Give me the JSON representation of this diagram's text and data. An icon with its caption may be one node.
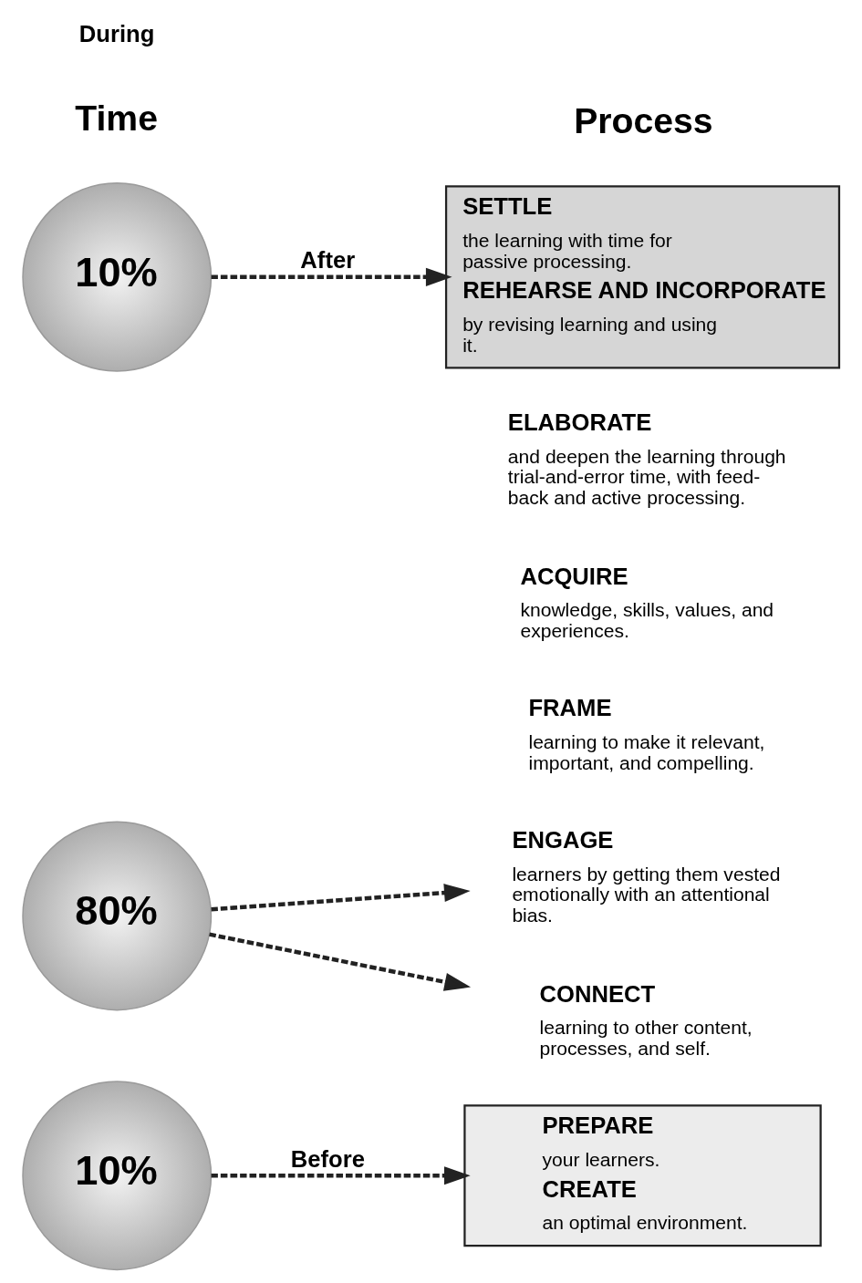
{
  "diagram": {
    "nodes": [
      {
        "text": [
          "10%"
        ]
      },
      {
        "text": [
          "PREPARE",
          "your learners.",
          "CREATE",
          "an optimal environment."
        ]
      },
      {
        "text": [
          "80%"
        ]
      },
      {
        "text": [
          "ENGAGE",
          "learners by getting them vested emotionally with an attentional bias."
        ]
      },
      {
        "text": [
          "FRAME",
          "learning to make it relevant, important, and compelling."
        ]
      },
      {
        "text": [
          "ACQUIRE",
          "knowledge, skills, values, and experiences."
        ]
      },
      {
        "text": [
          "ELABORATE",
          "and deepen the learning through trial-and-error time, with feed-back and active processing."
        ]
      },
      {
        "text": [
          "CONNECT",
          "learning to other content, processes, and self."
        ]
      },
      {
        "text": [
          "10%"
        ]
      },
      {
        "text": [
          "SETTLE",
          "the learning with time for passive processing.",
          "REHEARSE AND INCORPORATE",
          "by revising learning and using it."
        ]
      }
    ],
    "edges": [
      {
        "from": 0,
        "to": 1,
        "arrow": "to",
        "label": "Before",
        "style": "dashed"
      },
      {
        "from": 2,
        "to": 3,
        "arrow": "to",
        "style": "dashed"
      },
      {
        "from": 2,
        "to": 7,
        "arrow": "to",
        "style": "dashed"
      },
      {
        "from": 8,
        "to": 9,
        "arrow": "to",
        "label": "After",
        "style": "dashed"
      }
    ],
    "labels": [
      "Time",
      "Process",
      "During"
    ]
  }
}
